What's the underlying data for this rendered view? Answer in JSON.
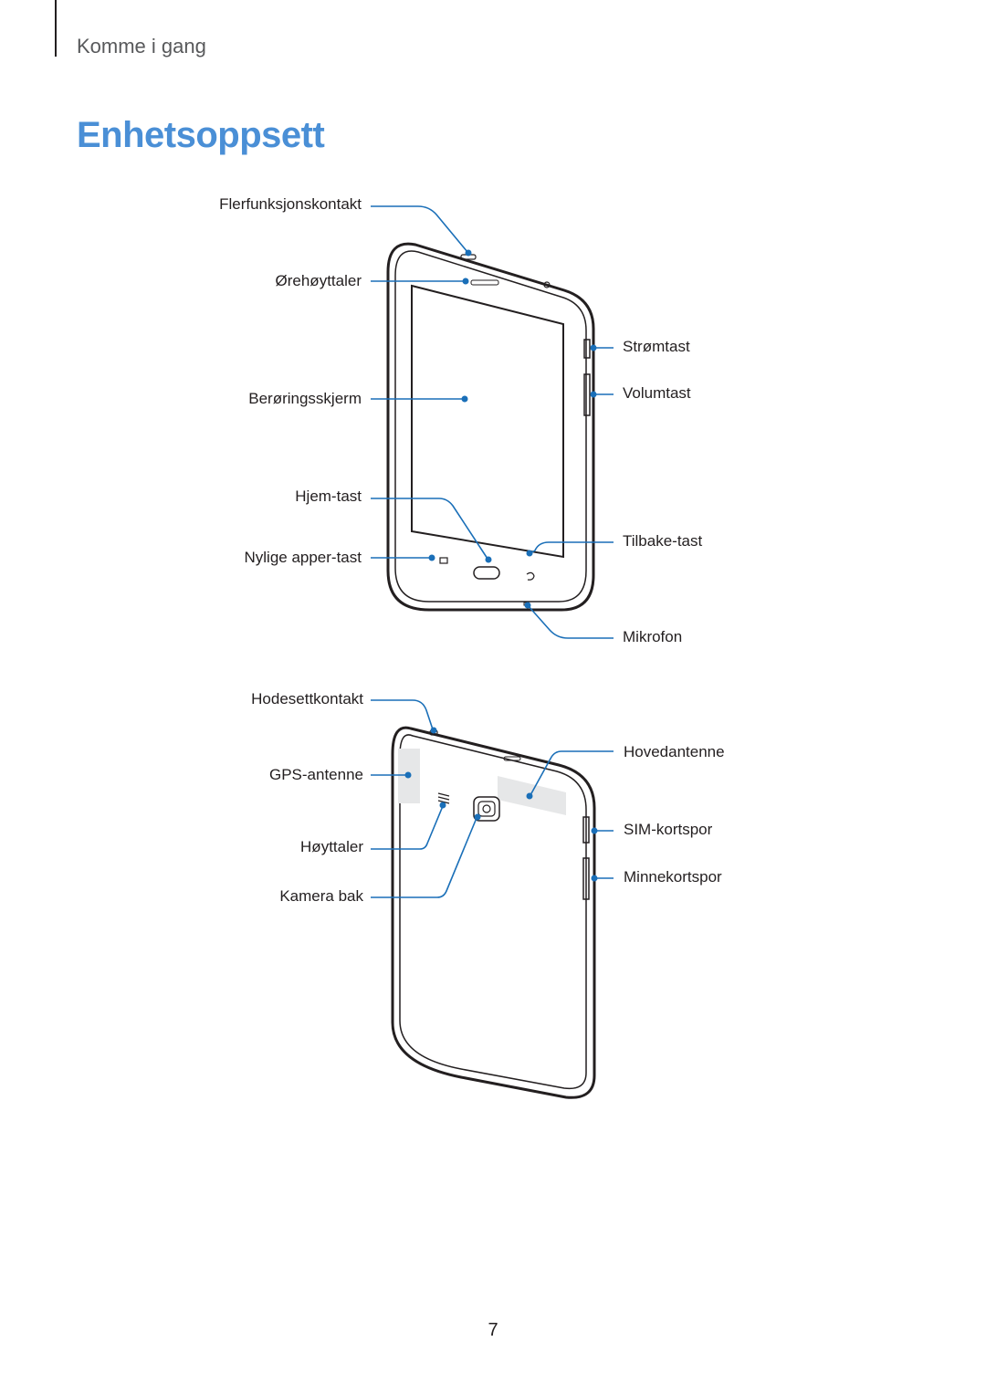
{
  "header": {
    "section": "Komme i gang",
    "title": "Enhetsoppsett"
  },
  "front": {
    "labels": {
      "multipurpose_jack": "Flerfunksjonskontakt",
      "earpiece": "Ørehøyttaler",
      "touchscreen": "Berøringsskjerm",
      "home_key": "Hjem-tast",
      "recent_apps_key": "Nylige apper-tast",
      "power_key": "Strømtast",
      "volume_key": "Volumtast",
      "back_key": "Tilbake-tast",
      "microphone": "Mikrofon"
    }
  },
  "back": {
    "labels": {
      "headset_jack": "Hodesettkontakt",
      "gps_antenna": "GPS-antenne",
      "speaker": "Høyttaler",
      "rear_camera": "Kamera bak",
      "main_antenna": "Hovedantenne",
      "sim_slot": "SIM-kortspor",
      "memory_card_slot": "Minnekortspor"
    }
  },
  "colors": {
    "accent": "#4a8fd6",
    "callout": "#1a6fb8",
    "text": "#231f20"
  },
  "footer": {
    "page_number": "7"
  }
}
